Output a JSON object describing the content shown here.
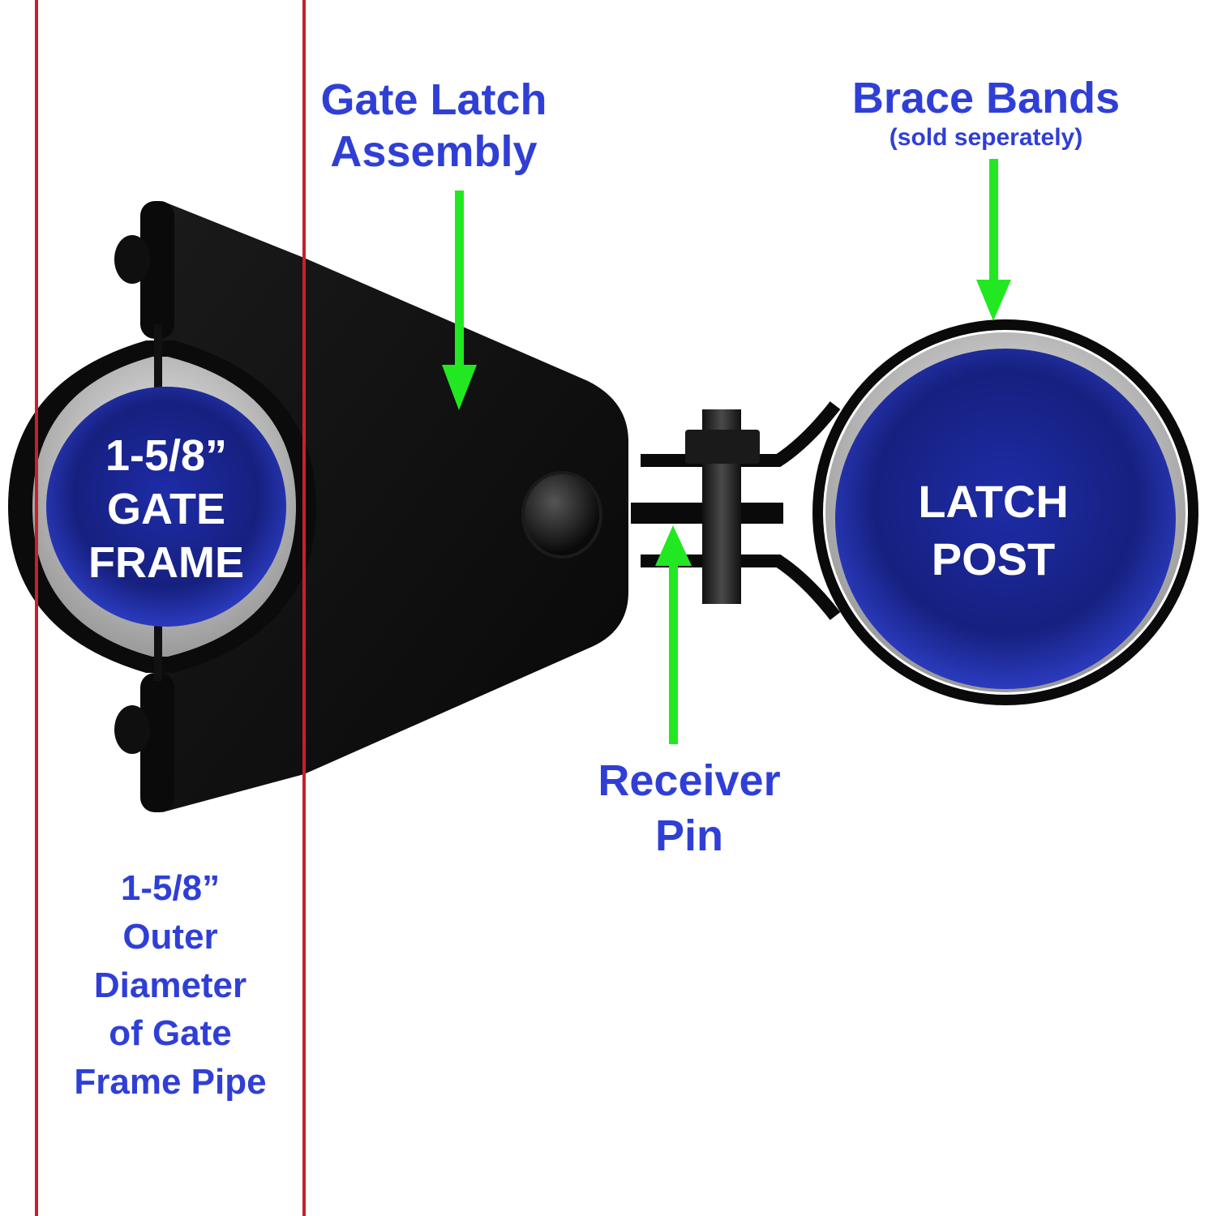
{
  "labels": {
    "gate_latch": {
      "line1": "Gate Latch",
      "line2": "Assembly"
    },
    "brace_bands": {
      "title": "Brace Bands",
      "note": "(sold seperately)"
    },
    "receiver_pin": {
      "line1": "Receiver",
      "line2": "Pin"
    },
    "outer_diameter": {
      "line1": "1-5/8”",
      "line2": "Outer",
      "line3": "Diameter",
      "line4": "of Gate",
      "line5": "Frame Pipe"
    }
  },
  "gate_frame": {
    "line1": "1-5/8”",
    "line2": "GATE",
    "line3": "FRAME"
  },
  "latch_post": {
    "line1": "LATCH",
    "line2": "POST"
  },
  "colors": {
    "label_text": "#2f3fd6",
    "arrow": "#22e822",
    "guide_line": "#c8202a",
    "pipe_blue": "#1b2aa0",
    "metal": "#0c0c0c"
  }
}
